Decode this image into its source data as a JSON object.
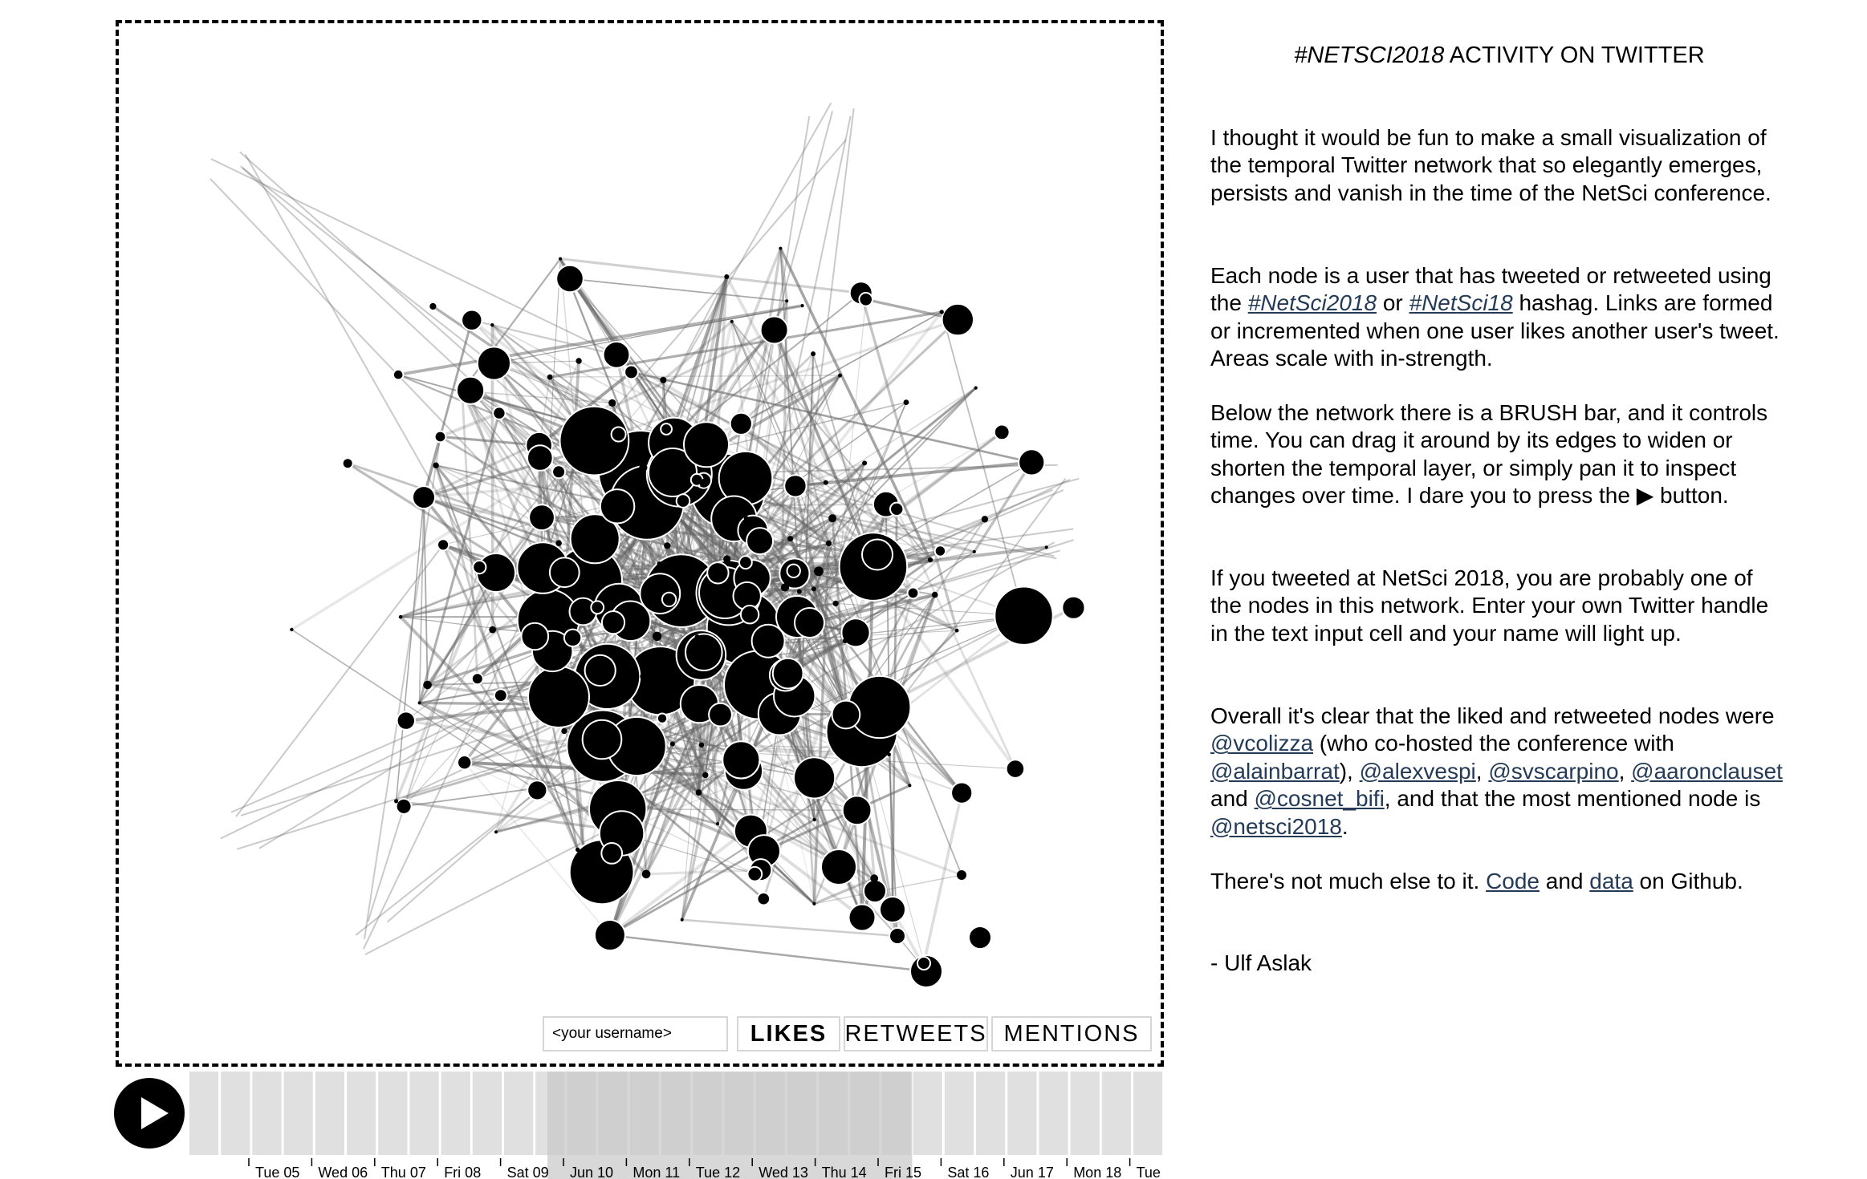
{
  "title": {
    "hashtag": "#NETSCI2018",
    "rest": " ACTIVITY ON TWITTER"
  },
  "intro": {
    "p1": "I thought it would be fun to make a small visualization of the temporal Twitter network that so elegantly emerges, persists and vanish in the time of the NetSci conference.",
    "p2_a": "Each node is a user that has tweeted or retweeted using the ",
    "p2_tag1": "#NetSci2018",
    "p2_b": " or ",
    "p2_tag2": "#NetSci18",
    "p2_c": " hashag. Links are formed or incremented when one user likes another user's tweet. Areas scale with in-strength.",
    "p3": "Below the network there is a BRUSH bar, and it controls time. You can drag it around by its edges to widen or shorten the temporal layer, or simply pan it to inspect changes over time. I dare you to press the ▶ button.",
    "p4": "If you tweeted at NetSci 2018, you are probably one of the nodes in this network. Enter your own Twitter handle in the text input cell and your name will light up.",
    "p5_a": "Overall it's clear that the liked and retweeted nodes were ",
    "p5_u1": "@vcolizza",
    "p5_b": " (who co-hosted the conference with ",
    "p5_u2": "@alainbarrat",
    "p5_c": "), ",
    "p5_u3": "@alexvespi",
    "p5_d": ", ",
    "p5_u4": "@svscarpino",
    "p5_e": ", ",
    "p5_u5": "@aaronclauset",
    "p5_f": " and ",
    "p5_u6": "@cosnet_bifi",
    "p5_g": ", and that the most mentioned node is ",
    "p5_u7": "@netsci2018",
    "p5_h": ".",
    "p6_a": "There's not much else to it. ",
    "p6_code": "Code",
    "p6_b": " and ",
    "p6_data": "data",
    "p6_c": " on Github.",
    "signature": "- Ulf Aslak"
  },
  "controls": {
    "username_placeholder": "<your username>",
    "likes": "LIKES",
    "retweets": "RETWEETS",
    "mentions": "MENTIONS",
    "active_mode": "LIKES",
    "play_icon": "play-icon"
  },
  "timeline": {
    "day_labels": [
      "Tue 05",
      "Wed 06",
      "Thu 07",
      "Fri 08",
      "Sat 09",
      "Jun 10",
      "Mon 11",
      "Tue 12",
      "Wed 13",
      "Thu 14",
      "Fri 15",
      "Sat 16",
      "Jun 17",
      "Mon 18",
      "Tue"
    ],
    "brush_start_day": 6,
    "brush_end_day": 11,
    "colors": {
      "bar": "#e0e0e0",
      "bar_selected": "#bdbdbd",
      "brush_overlay": "#c8c8c8"
    }
  },
  "colors": {
    "node": "#000000",
    "node_stroke": "#ffffff",
    "link": "#666666",
    "link_text": "#243b58"
  }
}
